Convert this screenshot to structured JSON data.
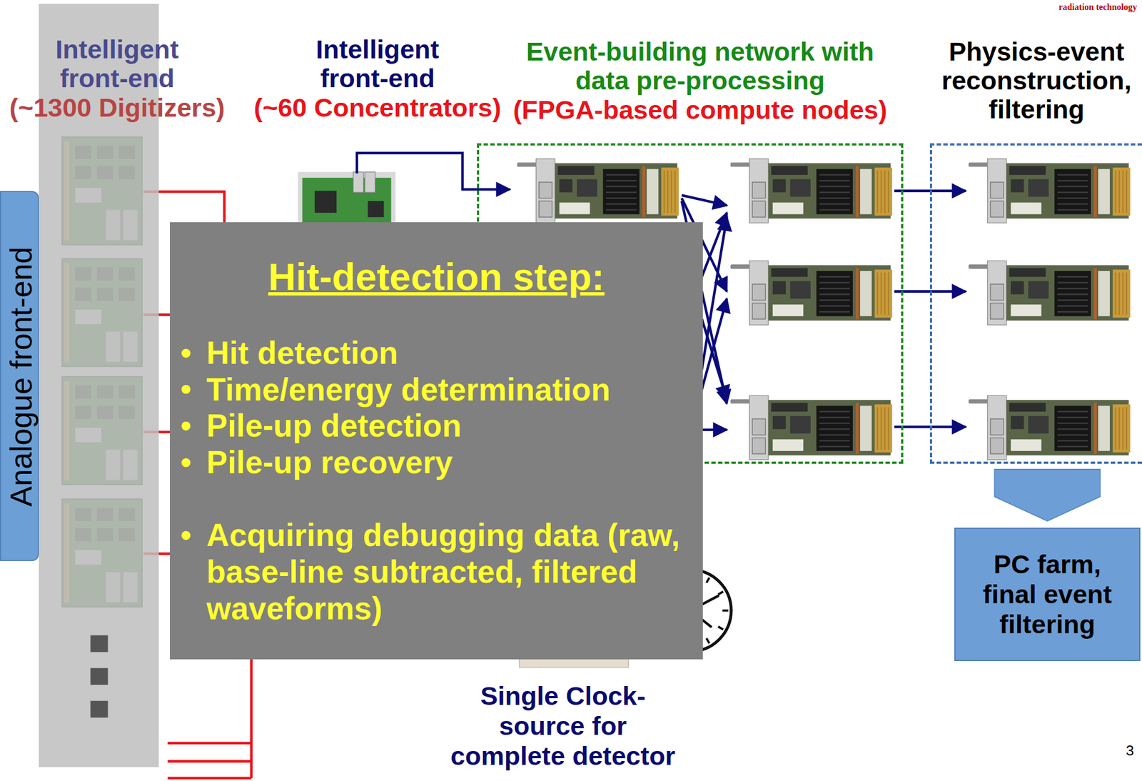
{
  "diagram": {
    "nodes": [
      {
        "text": [
          "Intelligent front-end",
          "(~1300 Digitizers)"
        ]
      },
      {
        "text": [
          "Event-building network with data pre-processing",
          "(FPGA-based compute nodes)"
        ]
      },
      {
        "text": [
          "Physics-event reconstruction, filtering"
        ]
      },
      {
        "text": [
          "Analogue front-end"
        ]
      },
      {
        "text": [
          "Hit-detection step:",
          "Hit detection",
          "Time/energy determination",
          "Pile-up detection",
          "Pile-up recovery",
          "Acquiring debugging data (raw, base-line subtracted, filtered waveforms)"
        ]
      },
      {
        "text": [
          "PC farm, final event filtering"
        ]
      }
    ],
    "edges": [
      {
        "from": 2,
        "to": 5,
        "arrow": "to"
      }
    ],
    "labels": [
      "Intelligent front-end",
      "(~60 Concentrators)",
      "Single Clock-source for complete detector",
      "radiation technology",
      "3"
    ]
  }
}
